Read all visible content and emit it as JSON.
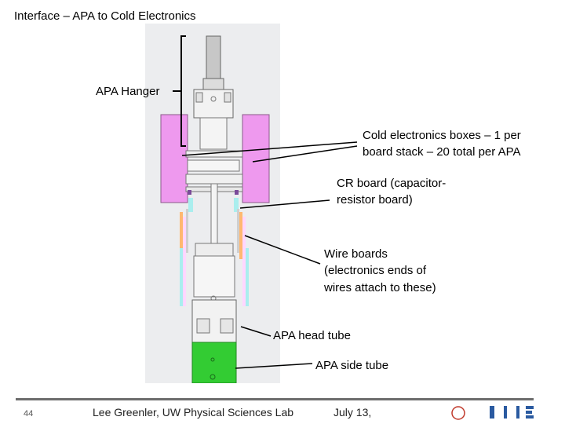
{
  "slide": {
    "title": "Interface – APA to Cold Electronics"
  },
  "labels": {
    "apa_hanger": "APA Hanger",
    "ce_boxes_line1": "Cold electronics boxes – 1 per",
    "ce_boxes_line2": "board stack – 20 total per APA",
    "cr_board_line1": "CR board (capacitor-",
    "cr_board_line2": "resistor board)",
    "wire_boards_line1": "Wire boards",
    "wire_boards_line2": "(electronics ends of",
    "wire_boards_line3": "wires attach to these)",
    "head_tube": "APA head tube",
    "side_tube": "APA side tube"
  },
  "footer": {
    "page_number": "44",
    "author": "Lee Greenler, UW Physical Sciences Lab",
    "date": "July 13,",
    "logo_psl": "PSL",
    "logo_dune": "DUNE"
  },
  "colors": {
    "ce_box": "#ee99ee",
    "head_tube_green": "#33cc33",
    "diagram_bg": "#ecedef",
    "footer_rule": "#6d6d6d"
  }
}
